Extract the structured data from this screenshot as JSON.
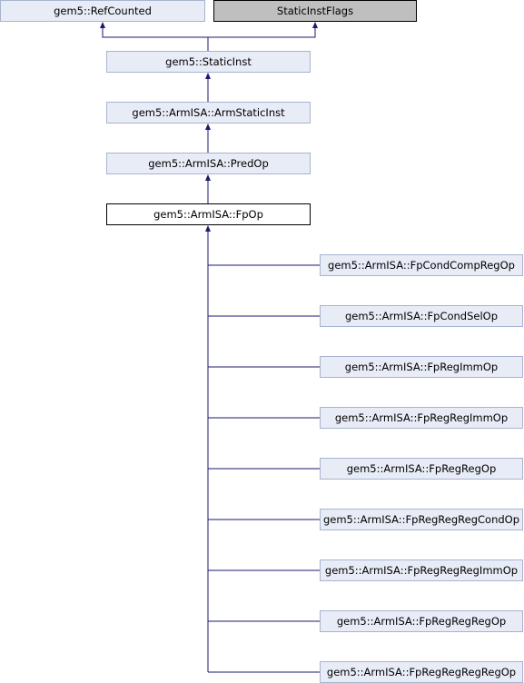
{
  "nodes": {
    "refcounted": "gem5::RefCounted",
    "staticinstflags": "StaticInstFlags",
    "staticinst": "gem5::StaticInst",
    "armstaticinst": "gem5::ArmISA::ArmStaticInst",
    "predop": "gem5::ArmISA::PredOp",
    "fpop": "gem5::ArmISA::FpOp"
  },
  "derived": [
    "gem5::ArmISA::FpCondCompRegOp",
    "gem5::ArmISA::FpCondSelOp",
    "gem5::ArmISA::FpRegImmOp",
    "gem5::ArmISA::FpRegRegImmOp",
    "gem5::ArmISA::FpRegRegOp",
    "gem5::ArmISA::FpRegRegRegCondOp",
    "gem5::ArmISA::FpRegRegRegImmOp",
    "gem5::ArmISA::FpRegRegRegOp",
    "gem5::ArmISA::FpRegRegRegRegOp"
  ],
  "colors": {
    "node_fill": "#e8ecf6",
    "node_border": "#a8b4cf",
    "flags_fill": "#bfbfbf",
    "edge": "#1a1a6e"
  }
}
